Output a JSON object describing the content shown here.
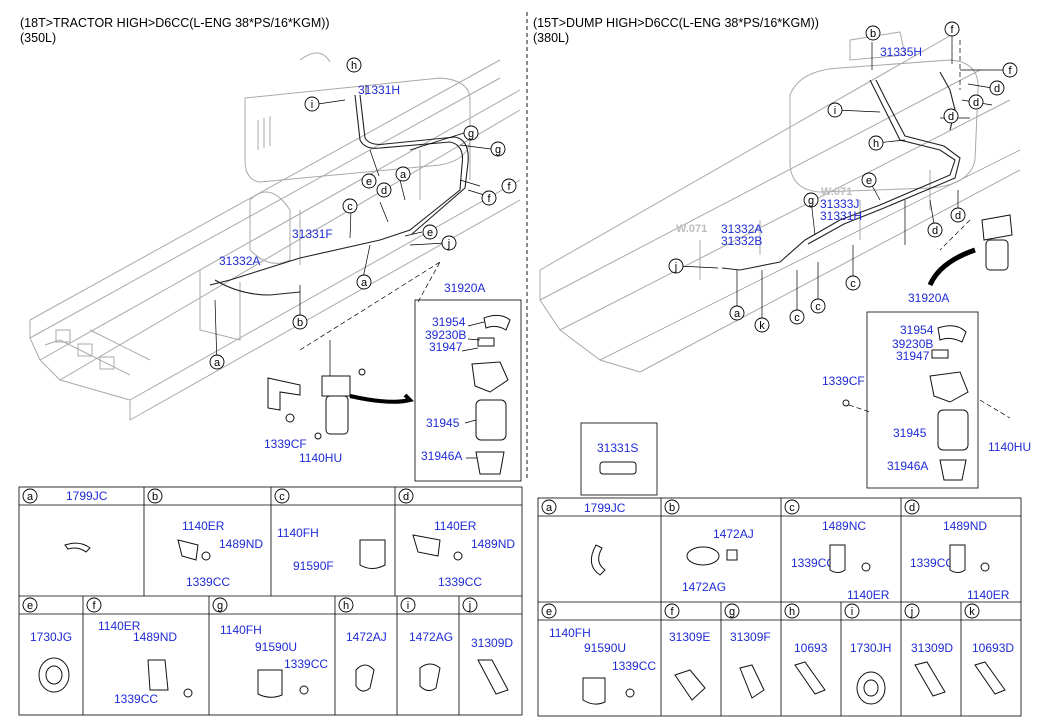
{
  "left": {
    "title_line1": "(18T>TRACTOR HIGH>D6CC(L-ENG 38*PS/16*KGM))",
    "title_line2": "(350L)",
    "part_labels": {
      "p31331H": "31331H",
      "p31331F": "31331F",
      "p31332A": "31332A",
      "p31920A": "31920A",
      "p31954": "31954",
      "p39230B": "39230B",
      "p31947": "31947",
      "p31945": "31945",
      "p31946A": "31946A",
      "p1339CF": "1339CF",
      "p1140HU": "1140HU"
    },
    "callouts": [
      "h",
      "i",
      "g",
      "g",
      "e",
      "a",
      "f",
      "f",
      "d",
      "c",
      "e",
      "j",
      "a",
      "b",
      "a"
    ],
    "table": {
      "row1": [
        {
          "letter": "a",
          "parts": [
            "1799JC"
          ]
        },
        {
          "letter": "b",
          "parts": [
            "1140ER",
            "1489ND",
            "1339CC"
          ]
        },
        {
          "letter": "c",
          "parts": [
            "1140FH",
            "91590F"
          ]
        },
        {
          "letter": "d",
          "parts": [
            "1140ER",
            "1489ND",
            "1339CC"
          ]
        }
      ],
      "row2": [
        {
          "letter": "e",
          "parts": [
            "1730JG"
          ]
        },
        {
          "letter": "f",
          "parts": [
            "1140ER",
            "1489ND",
            "1339CC"
          ]
        },
        {
          "letter": "g",
          "parts": [
            "1140FH",
            "91590U",
            "1339CC"
          ]
        },
        {
          "letter": "h",
          "parts": [
            "1472AJ"
          ]
        },
        {
          "letter": "i",
          "parts": [
            "1472AG"
          ]
        },
        {
          "letter": "j",
          "parts": [
            "31309D"
          ]
        }
      ]
    }
  },
  "right": {
    "title_line1": "(15T>DUMP HIGH>D6CC(L-ENG 38*PS/16*KGM))",
    "title_line2": "(380L)",
    "part_labels": {
      "p31335H": "31335H",
      "p31333J": "31333J",
      "p31331H": "31331H",
      "p31332A": "31332A",
      "p31332B": "31332B",
      "p31920A": "31920A",
      "p31954": "31954",
      "p39230B": "39230B",
      "p31947": "31947",
      "p1339CF": "1339CF",
      "p31945": "31945",
      "p31946A": "31946A",
      "p1140HU": "1140HU",
      "p31331S": "31331S"
    },
    "watermarks": [
      "W.071",
      "W.071"
    ],
    "callouts": [
      "b",
      "f",
      "f",
      "d",
      "d",
      "i",
      "d",
      "h",
      "e",
      "d",
      "d",
      "g",
      "j",
      "a",
      "k",
      "c",
      "c",
      "c"
    ],
    "table": {
      "row1": [
        {
          "letter": "a",
          "parts": [
            "1799JC"
          ]
        },
        {
          "letter": "b",
          "parts": [
            "1472AJ",
            "1472AG"
          ]
        },
        {
          "letter": "c",
          "parts": [
            "1489NC",
            "1339CC",
            "1140ER"
          ]
        },
        {
          "letter": "d",
          "parts": [
            "1489ND",
            "1339CC",
            "1140ER"
          ]
        }
      ],
      "row2": [
        {
          "letter": "e",
          "parts": [
            "1140FH",
            "91590U",
            "1339CC"
          ]
        },
        {
          "letter": "f",
          "parts": [
            "31309E"
          ]
        },
        {
          "letter": "g",
          "parts": [
            "31309F"
          ]
        },
        {
          "letter": "h",
          "parts": [
            "10693"
          ]
        },
        {
          "letter": "i",
          "parts": [
            "1730JH"
          ]
        },
        {
          "letter": "j",
          "parts": [
            "31309D"
          ]
        },
        {
          "letter": "k",
          "parts": [
            "10693D"
          ]
        }
      ]
    }
  },
  "colors": {
    "part_number": "#1f2bd6",
    "frame_line": "#a9a9a9",
    "text": "#000000"
  }
}
